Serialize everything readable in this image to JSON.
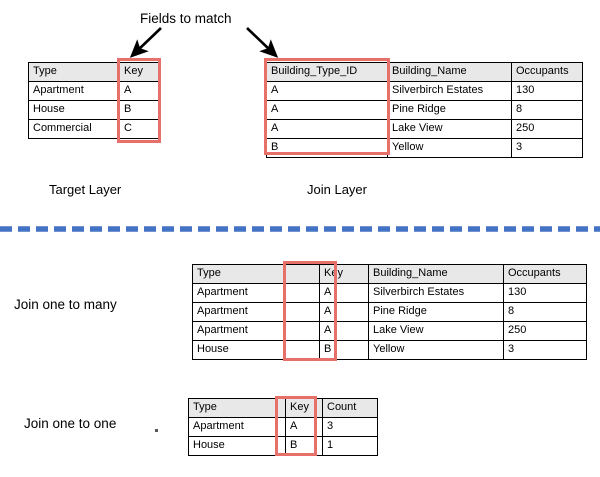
{
  "title": "Fields to match",
  "colors": {
    "highlight_box": "#E8706A",
    "divider_dash": "#4472C4",
    "table_header_bg": "#E8E8E8",
    "table_border": "#000000",
    "text": "#000000"
  },
  "top": {
    "target_layer": {
      "caption": "Target Layer",
      "headers": [
        "Type",
        "Key"
      ],
      "rows": [
        [
          "Apartment",
          "A"
        ],
        [
          "House",
          "B"
        ],
        [
          "Commercial",
          "C"
        ]
      ],
      "highlight_column": "Key"
    },
    "join_layer": {
      "caption": "Join Layer",
      "headers": [
        "Building_Type_ID",
        "Building_Name",
        "Occupants"
      ],
      "rows": [
        [
          "A",
          "Silverbirch Estates",
          "130"
        ],
        [
          "A",
          "Pine Ridge",
          "8"
        ],
        [
          "A",
          "Lake View",
          "250"
        ],
        [
          "B",
          "Yellow",
          "3"
        ]
      ],
      "highlight_column": "Building_Type_ID"
    }
  },
  "results": [
    {
      "label": "Join one to many",
      "headers": [
        "Type",
        "Key",
        "Building_Name",
        "Occupants"
      ],
      "rows": [
        [
          "Apartment",
          "A",
          "Silverbirch Estates",
          "130"
        ],
        [
          "Apartment",
          "A",
          "Pine Ridge",
          "8"
        ],
        [
          "Apartment",
          "A",
          "Lake View",
          "250"
        ],
        [
          "House",
          "B",
          "Yellow",
          "3"
        ]
      ],
      "highlight_column": "Key"
    },
    {
      "label": "Join one to one",
      "headers": [
        "Type",
        "Key",
        "Count"
      ],
      "rows": [
        [
          "Apartment",
          "A",
          "3"
        ],
        [
          "House",
          "B",
          "1"
        ]
      ],
      "highlight_column": "Key"
    }
  ],
  "icons": {
    "arrow_left": "arrow-down-left-icon",
    "arrow_right": "arrow-down-right-icon",
    "divider": "dashed-divider"
  }
}
